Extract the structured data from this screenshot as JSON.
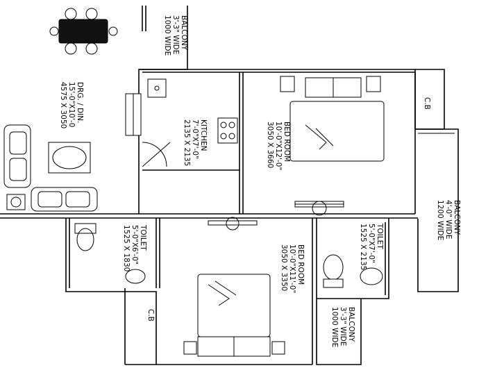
{
  "rooms": {
    "drawing": {
      "name": "DRG. / DIN.",
      "size_ft": "15'-0\"X10'-0",
      "size_mm": "4575 X 3050"
    },
    "kitchen": {
      "name": "KITCHEN",
      "size_ft": "7'-0\"X7'-0\"",
      "size_mm": "2135 X 2135"
    },
    "bed_room_1": {
      "name": "BED ROOM",
      "size_ft": "10'-0\"X12'-0\"",
      "size_mm": "3050 X 3660"
    },
    "bed_room_2": {
      "name": "BED ROOM",
      "size_ft": "10'-0\"X11'-0\"",
      "size_mm": "3050 X 3350"
    },
    "toilet_1": {
      "name": "TOILET",
      "size_ft": "5'-0\"X6'-0\"",
      "size_mm": "1525 X 1830"
    },
    "toilet_2": {
      "name": "TOILET",
      "size_ft": "5'-0\"X7'-0\"",
      "size_mm": "1525 X 2135"
    },
    "balcony_top": {
      "name": "BALCONY",
      "size_ft": "3'-3\" WIDE",
      "size_mm": "1000 WIDE"
    },
    "balcony_right": {
      "name": "BALCONY",
      "size_ft": "4'-0\" WIDE",
      "size_mm": "1200 WIDE"
    },
    "balcony_bottom": {
      "name": "BALCONY",
      "size_ft": "3'-3\" WIDE",
      "size_mm": "1000 WIDE"
    },
    "cb_top": {
      "name": "C.B"
    },
    "cb_bottom": {
      "name": "C.B"
    }
  }
}
